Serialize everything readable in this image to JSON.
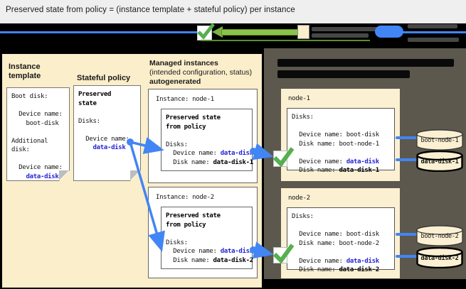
{
  "title": "Preserved state from policy = (instance template + stateful policy) per instance",
  "colors": {
    "panel_beige": "#fbeecb",
    "node_beige": "#fbf0d2",
    "dark_panel": "#5c584e",
    "arrow_blue": "#4285f4",
    "value_blue": "#2424d6",
    "check_green": "#55b04f",
    "legend_green": "#8bc34a"
  },
  "legend": {
    "icon_names": [
      "blue-connector-line-icon",
      "checked-checkbox-icon",
      "green-arrow-icon",
      "template-swatch-icon",
      "blue-oval-icon"
    ],
    "note": "legend text appears redacted (black on black)"
  },
  "left_panel": {
    "instance_template_label": "Instance template",
    "template_doc": {
      "body": "Boot disk:\n\n  Device name:\n    boot-disk\n\nAdditional\ndisk:\n\n  Device name:\n",
      "value": "    data-disk"
    },
    "stateful_policy_label": "Stateful policy",
    "policy_doc": {
      "heading": "Preserved\nstate",
      "body": "\n\nDisks:\n\n  Device name:\n",
      "value": "    data-disk"
    },
    "managed_label": "Managed instances",
    "managed_sub": "(intended configuration, status)",
    "managed_sub2": "autogenerated",
    "instances": [
      {
        "title": "Instance: node-1",
        "heading": "Preserved state\nfrom policy",
        "body": "\n\nDisks:\n  Device name: ",
        "device_value": "data-disk",
        "body2": "\n  Disk name: ",
        "disk_value": "data-disk-1"
      },
      {
        "title": "Instance: node-2",
        "heading": "Preserved state\nfrom policy",
        "body": "\n\nDisks:\n  Device name: ",
        "device_value": "data-disk",
        "body2": "\n  Disk name: ",
        "disk_value": "data-disk-2"
      }
    ]
  },
  "right_panel": {
    "nodes": [
      {
        "name": "node-1",
        "body": "Disks:\n\n  Device name: boot-disk\n  Disk name: boot-node-1\n\n  Device name: ",
        "device_value": "data-disk",
        "body2": "\n  Disk name: ",
        "disk_value": "data-disk-1",
        "cylinders": [
          {
            "label": "boot-node-1",
            "bold": false
          },
          {
            "label": "data-disk-1",
            "bold": true
          }
        ]
      },
      {
        "name": "node-2",
        "body": "Disks:\n\n  Device name: boot-disk\n  Disk name: boot-node-2\n\n  Device name: ",
        "device_value": "data-disk",
        "body2": "\n  Disk name: ",
        "disk_value": "data-disk-2",
        "cylinders": [
          {
            "label": "boot-node-2",
            "bold": false
          },
          {
            "label": "data-disk-2",
            "bold": true
          }
        ]
      }
    ]
  }
}
